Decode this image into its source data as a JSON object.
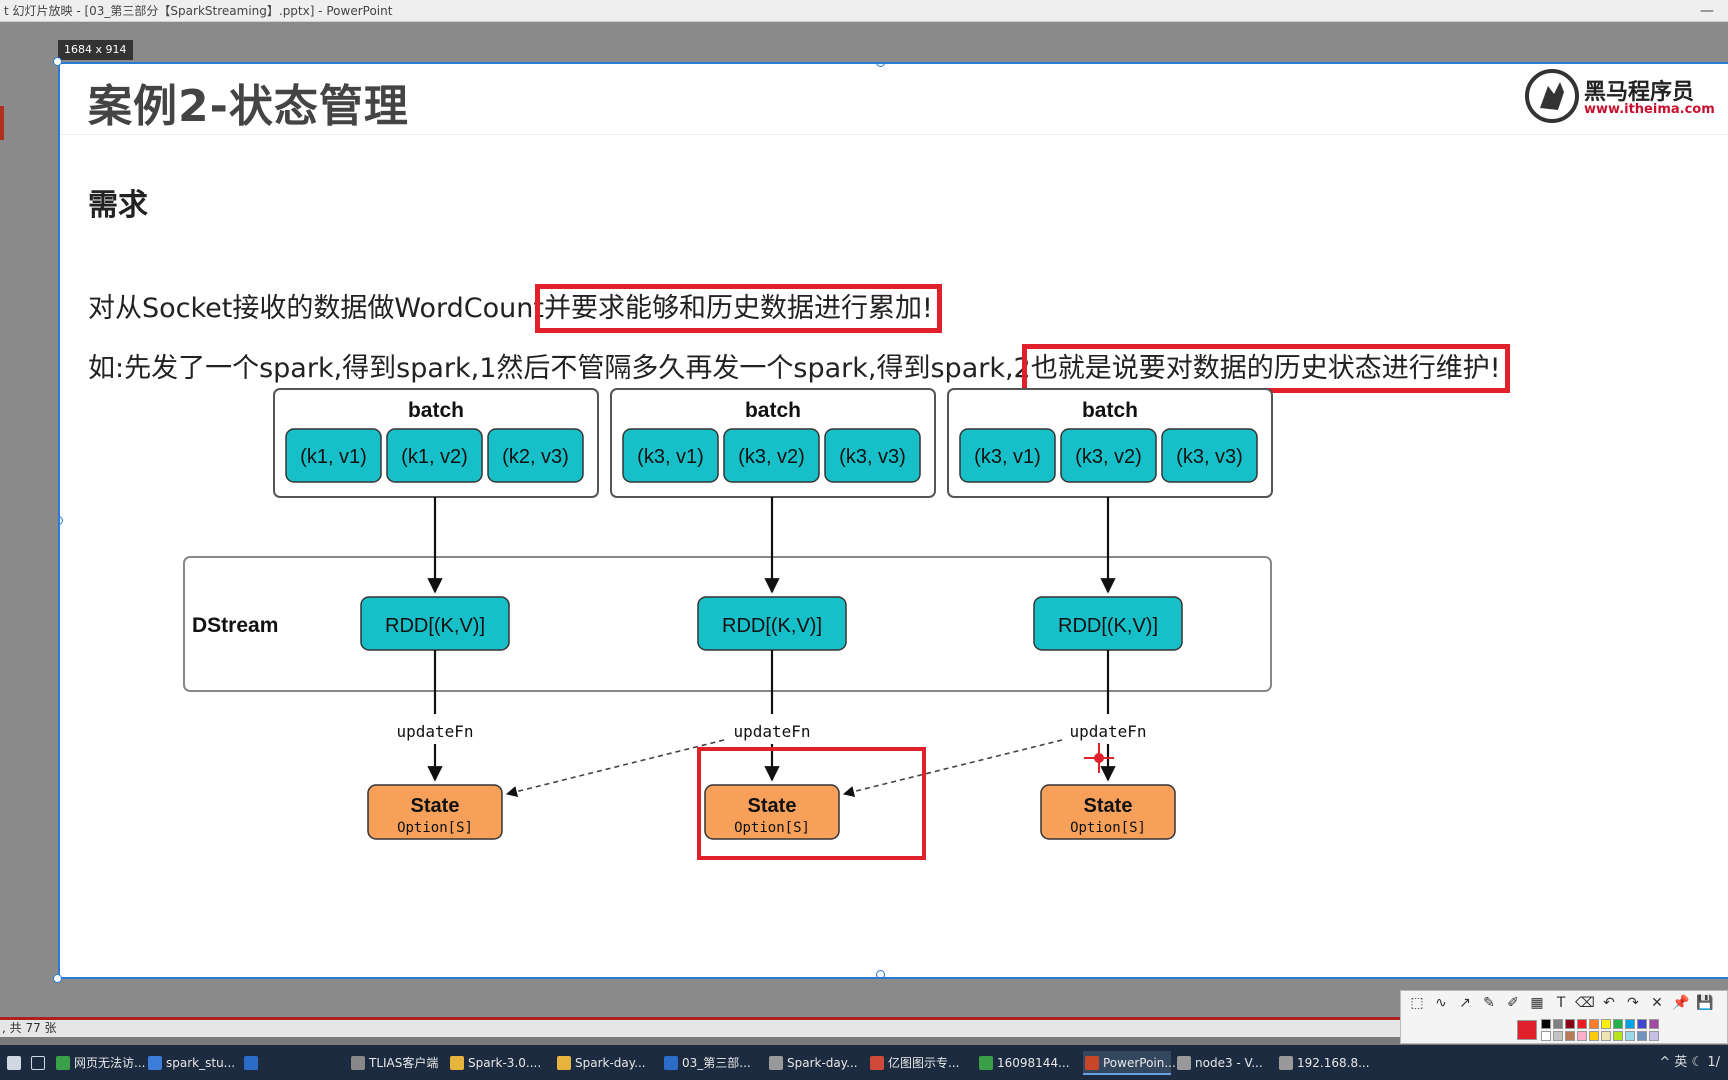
{
  "window": {
    "title": "t 幻灯片放映 - [03_第三部分【SparkStreaming】.pptx] - PowerPoint",
    "minimize_glyph": "—"
  },
  "selection_size": "1684 x 914",
  "slide": {
    "title": "案例2-状态管理",
    "logo": {
      "name": "黑马程序员",
      "url": "www.itheima.com"
    },
    "section_heading": "需求",
    "line1": {
      "plain": "对从Socket接收的数据做WordCount",
      "highlighted": "并要求能够和历史数据进行累加!"
    },
    "line2": {
      "plain": "如:先发了一个spark,得到spark,1然后不管隔多久再发一个spark,得到spark,2",
      "highlighted": "也就是说要对数据的历史状态进行维护!"
    }
  },
  "diagram": {
    "batches": [
      {
        "label": "batch",
        "pairs": [
          "(k1, v1)",
          "(k1, v2)",
          "(k2, v3)"
        ]
      },
      {
        "label": "batch",
        "pairs": [
          "(k3, v1)",
          "(k3, v2)",
          "(k3, v3)"
        ]
      },
      {
        "label": "batch",
        "pairs": [
          "(k3, v1)",
          "(k3, v2)",
          "(k3, v3)"
        ]
      }
    ],
    "dstream_label": "DStream",
    "rdd_label": "RDD[(K,V)]",
    "update_fn_label": "updateFn",
    "state_label": "State",
    "state_sub_label": "Option[S]",
    "colors": {
      "teal": "#17c0c8",
      "orange": "#f6a05a",
      "highlight_red": "#e0202a",
      "selection_blue": "#2b7bd6"
    }
  },
  "statusbar": {
    "text": ", 共 77 张"
  },
  "taskbar": {
    "items": [
      {
        "label": "网页无法访...",
        "icon_color": "#3aa047"
      },
      {
        "label": "spark_stu...",
        "icon_color": "#3b7dd8"
      },
      {
        "label": "",
        "icon_color": "#2b6cc8"
      },
      {
        "label": "TLIAS客户端",
        "icon_color": "#888888"
      },
      {
        "label": "Spark-3.0....",
        "icon_color": "#e6b43c"
      },
      {
        "label": "Spark-day...",
        "icon_color": "#e6b43c"
      },
      {
        "label": "03_第三部...",
        "icon_color": "#2b6cc8"
      },
      {
        "label": "Spark-day...",
        "icon_color": "#999999"
      },
      {
        "label": "亿图图示专...",
        "icon_color": "#d04a3a"
      },
      {
        "label": "16098144...",
        "icon_color": "#3aa047"
      },
      {
        "label": "PowerPoin...",
        "icon_color": "#c8462a"
      },
      {
        "label": "node3 - V...",
        "icon_color": "#999999"
      },
      {
        "label": "192.168.8...",
        "icon_color": "#999999"
      }
    ],
    "tray_text": "^ 英 ☾ 1/"
  },
  "pen_toolbar": {
    "tools_row1": [
      "⬚",
      "∿",
      "↗",
      "✎",
      "✐",
      "▦",
      "T",
      "⌫",
      "↶",
      "↷",
      "✕",
      "📌",
      "💾"
    ],
    "colors": [
      "#000000",
      "#7f7f7f",
      "#880015",
      "#ed1c24",
      "#ff7f27",
      "#fff200",
      "#22b14c",
      "#00a2e8",
      "#3f48cc",
      "#a349a4",
      "#ffffff",
      "#c3c3c3",
      "#b97a57",
      "#ffaec9",
      "#ffc90e",
      "#efe4b0",
      "#b5e61d",
      "#99d9ea",
      "#7092be",
      "#c8bfe7"
    ],
    "active_color": "#e0202a"
  }
}
